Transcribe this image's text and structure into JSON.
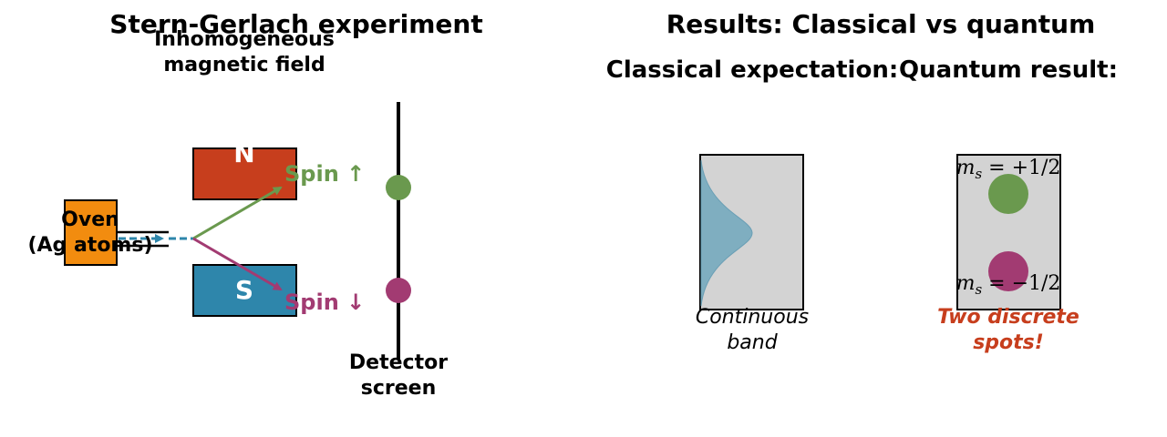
{
  "left_panel": {
    "title": "Stern-Gerlach experiment",
    "field_label": [
      "Inhomogeneous",
      "magnetic field"
    ],
    "oven_label": [
      "Oven",
      "(Ag atoms)"
    ],
    "north_label": "N",
    "south_label": "S",
    "spin_up_label": "Spin ↑",
    "spin_down_label": "Spin ↓",
    "detector_label": [
      "Detector",
      "screen"
    ]
  },
  "right_panel": {
    "title": "Results: Classical vs quantum",
    "classical_heading": "Classical expectation:",
    "quantum_heading": "Quantum result:",
    "classical_caption": [
      "Continuous",
      "band"
    ],
    "quantum_caption": [
      "Two discrete",
      "spots!"
    ],
    "ms_up": {
      "symbol": "m",
      "subscript": "s",
      "value": " = +1/2"
    },
    "ms_down": {
      "symbol": "m",
      "subscript": "s",
      "value": " = −1/2"
    }
  },
  "colors": {
    "oven": "#F28C0F",
    "north": "#C73E1D",
    "south": "#2E86AB",
    "beam": "#2E86AB",
    "spin_up": "#6A994E",
    "spin_down": "#A23B72",
    "panel": "#D3D3D3",
    "classical_band": "#7FAEC0",
    "emphasis": "#C73E1D"
  }
}
